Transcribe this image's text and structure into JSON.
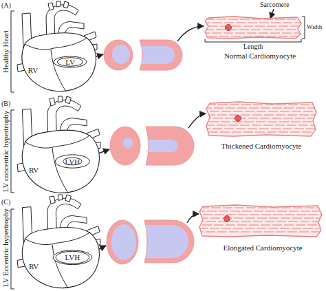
{
  "diagram": {
    "nodes": [
      {
        "text": [
          "RV",
          "LV"
        ]
      },
      {
        "text": [
          "Normal Cardiomyocyte"
        ]
      },
      {
        "text": [
          "RV",
          "LVH"
        ]
      },
      {
        "text": [
          "Thickened Cardiomyocyte"
        ]
      },
      {
        "text": [
          "RV",
          "LVH"
        ]
      },
      {
        "text": [
          "Elongated Cardiomyocyte"
        ]
      }
    ],
    "labels": [
      "(A)",
      "Healthy Heart",
      "Sarcomere",
      "Width",
      "Length",
      "(B)",
      "LV concentric hypertrophy",
      "(C)",
      "LV Eccentric hypertrophy"
    ]
  }
}
